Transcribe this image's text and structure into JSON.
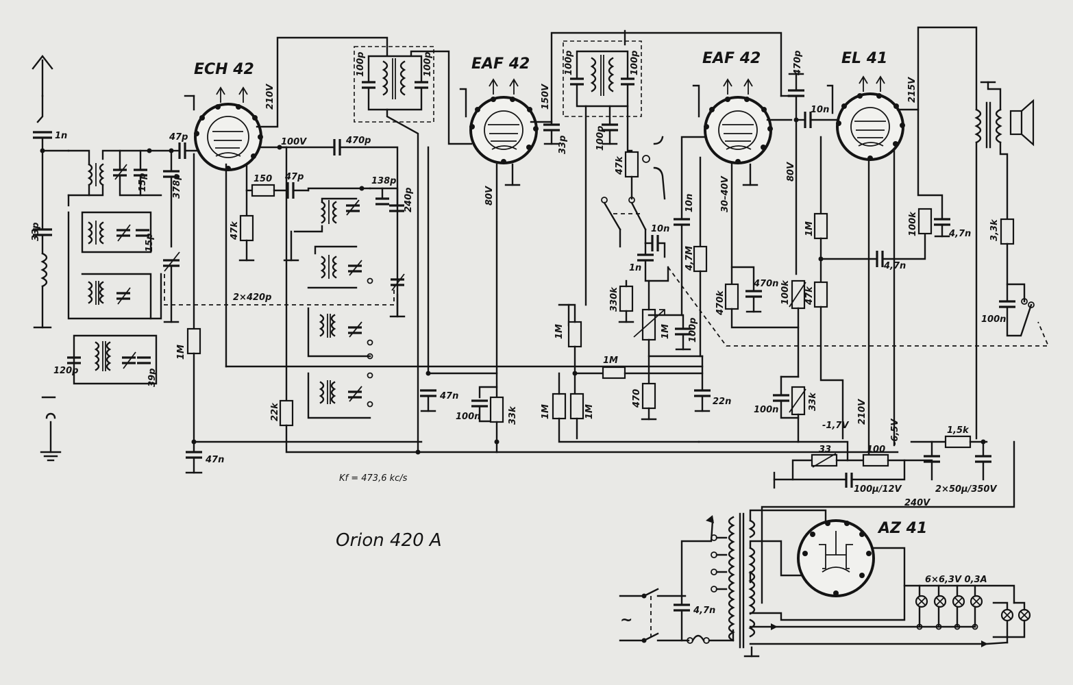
{
  "tubes": {
    "ech42": "ECH 42",
    "eaf42a": "EAF 42",
    "eaf42b": "EAF 42",
    "el41": "EL 41",
    "az41": "AZ 41"
  },
  "title": "Orion 420 A",
  "if_note": "Kf = 473,6 kc/s",
  "labels": {
    "c_1n_ant": "1n",
    "c_33p_ant": "33p",
    "c_15p_a": "15p",
    "c_15p_b": "15p",
    "c_378p": "378p",
    "c_47p_grid": "47p",
    "c_120p": "120p",
    "c_39p": "39p",
    "gang": "2×420p",
    "r_1M_agc": "1M",
    "c_47n_agc": "47n",
    "v_210_ech": "210V",
    "v_100_ech": "100V",
    "c_470p_osc": "470p",
    "r_150": "150",
    "c_47p_osc": "47p",
    "c_138p": "138p",
    "c_240p": "240p",
    "r_47k_osc": "47k",
    "r_22k": "22k",
    "if1_c1": "100p",
    "if1_c2": "100p",
    "if2_c1": "100p",
    "if2_c2": "100p",
    "if2_c3": "100p",
    "v_150_eaf": "150V",
    "c_33p_eaf": "33p",
    "v_80_eaf": "80V",
    "c_47n_eaf": "47n",
    "c_100n_eaf": "100n",
    "r_33k_eaf": "33k",
    "r_1M_a": "1M",
    "r_1M_b": "1M",
    "r_1M_c": "1M",
    "r_1M_h": "1M",
    "r_47k_det": "47k",
    "c_10n_det": "10n",
    "c_1n_det": "1n",
    "r_330k": "330k",
    "pot_1M": "1M",
    "c_100p_det": "100p",
    "r_470": "470",
    "c_22n": "22n",
    "c_10n_eaf2": "10n",
    "r_47M": "4,7M",
    "v_3040": "30–40V",
    "r_470k": "470k",
    "c_470n": "470n",
    "v_80_eaf2": "80V",
    "c_470p_eaf2": "470p",
    "c_10n_couple": "10n",
    "r_100k_eaf2": "100k",
    "c_100n_eaf2": "100n",
    "r_33k_eaf2": "33k",
    "v_neg17": "-1,7V",
    "r_1M_el": "1M",
    "r_47k_el": "47k",
    "v_210_el": "210V",
    "v_neg65": "-6,5V",
    "v_215": "215V",
    "r_100k_fb": "100k",
    "c_47n_fb1": "4,7n",
    "c_47n_fb2": "4,7n",
    "r_33k_out": "3,3k",
    "c_100n_out": "100n",
    "r_33": "33",
    "r_100": "100",
    "r_15k": "1,5k",
    "c_100u": "100µ/12V",
    "c_2x50": "2×50µ/350V",
    "v_240": "240V",
    "c_47n_mains": "4,7n",
    "lamps": "6×6,3V 0,3A",
    "mains_symbol": "~"
  }
}
